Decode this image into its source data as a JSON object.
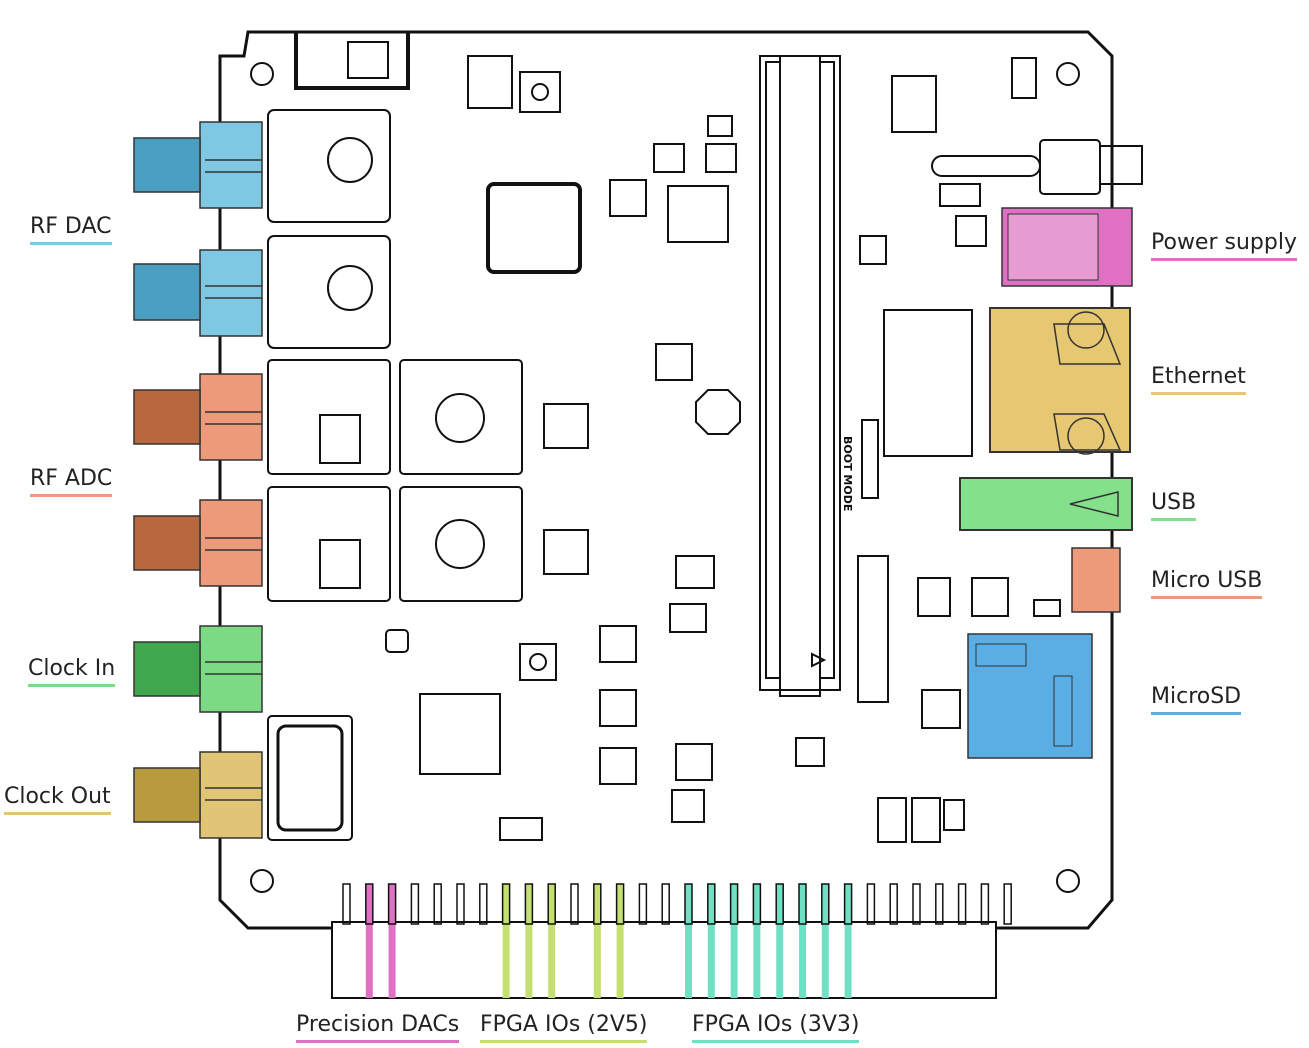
{
  "labels": {
    "rf_dac": "RF DAC",
    "rf_adc": "RF ADC",
    "clock_in": "Clock In",
    "clock_out": "Clock Out",
    "power_supply": "Power supply",
    "ethernet": "Ethernet",
    "usb": "USB",
    "micro_usb": "Micro USB",
    "microsd": "MicroSD",
    "precision_dacs": "Precision DACs",
    "fpga_ios_2v5": "FPGA IOs (2V5)",
    "fpga_ios_3v3": "FPGA IOs (3V3)",
    "boot_mode": "BOOT MODE"
  },
  "colors": {
    "rf_dac": "#7ec8e3",
    "rf_adc": "#ec9a7a",
    "clock_in": "#7dda84",
    "clock_out": "#e1c476",
    "power_supply": "#e070c4",
    "ethernet": "#e6c872",
    "usb": "#84e08a",
    "micro_usb": "#ec9a7a",
    "microsd": "#5aaee3",
    "precision_dacs": "#e070c4",
    "fpga_ios_2v5": "#c4e070",
    "fpga_ios_3v3": "#70e0c4"
  }
}
